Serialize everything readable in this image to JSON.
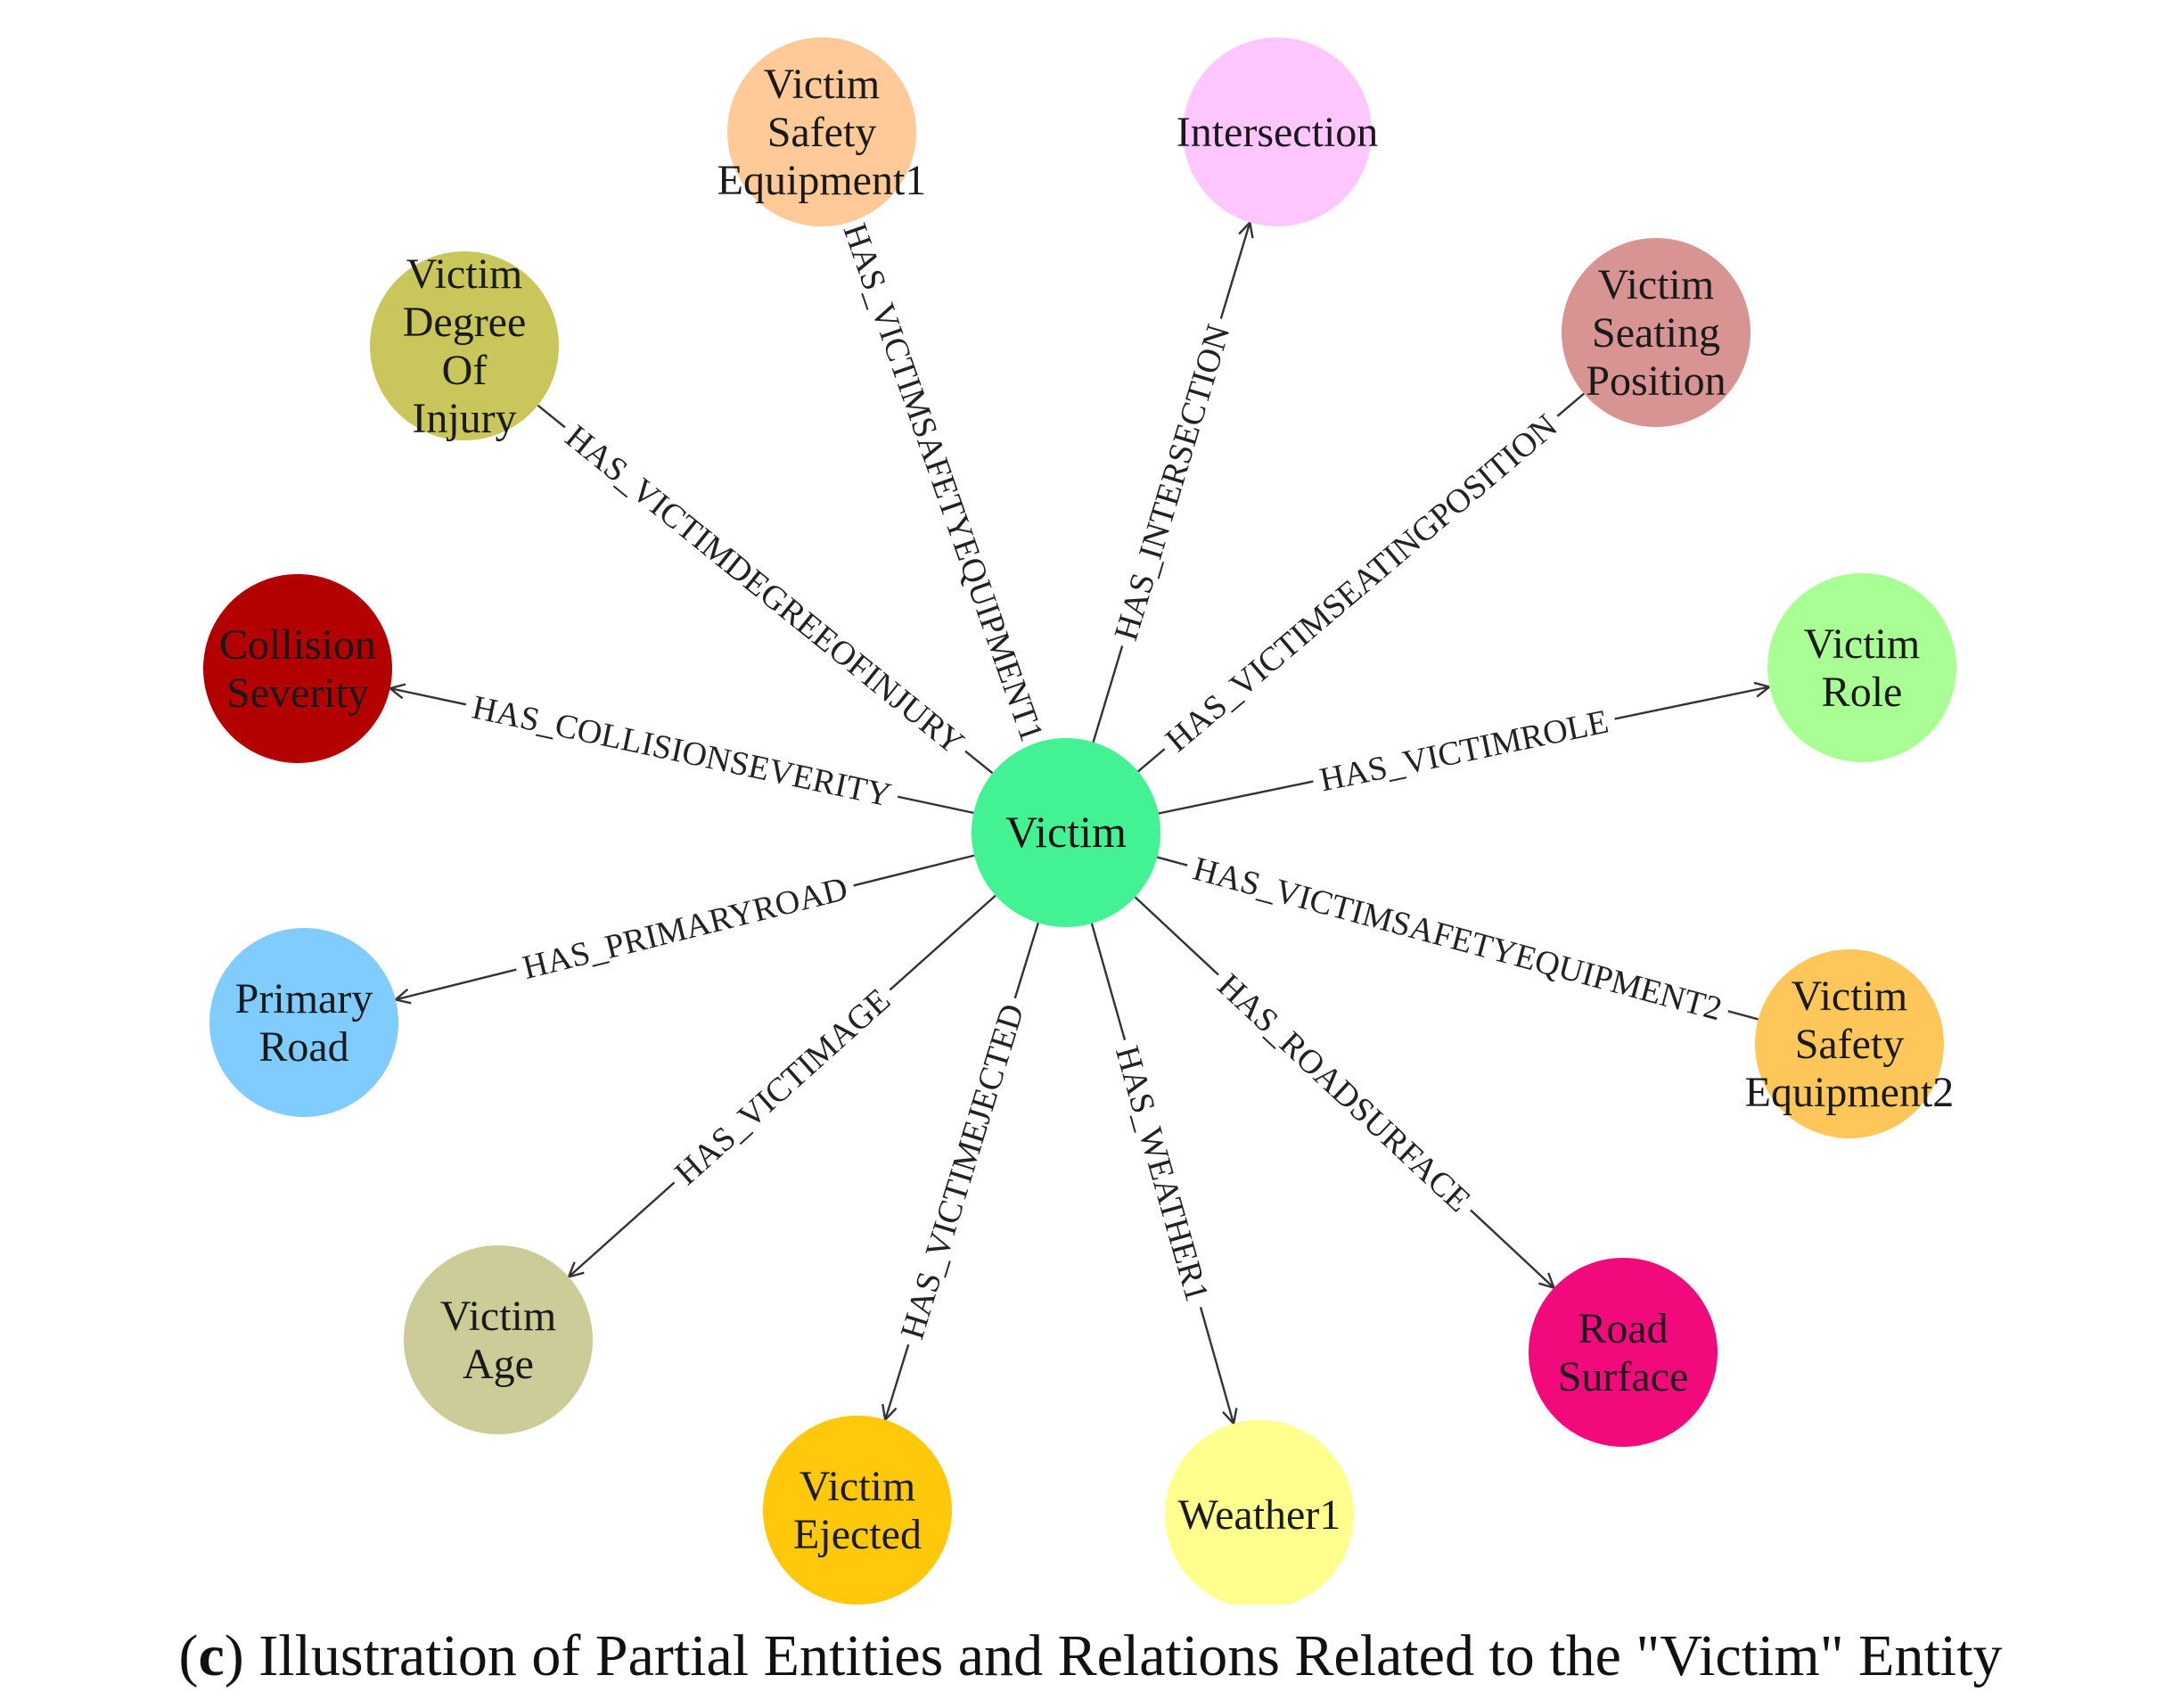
{
  "center": {
    "label": "Victim",
    "color": "#43f293"
  },
  "nodes": [
    {
      "id": "safety1",
      "lines": [
        "Victim",
        "Safety",
        "Equipment1"
      ],
      "color": "#ffc998",
      "relation": "HAS_VICTIMSAFETYEQUIPMENT1",
      "arrow_visible": false
    },
    {
      "id": "intersection",
      "lines": [
        "Intersection"
      ],
      "color": "#ffc6ff",
      "relation": "HAS_INTERSECTION",
      "arrow_visible": true
    },
    {
      "id": "seating",
      "lines": [
        "Victim",
        "Seating",
        "Position"
      ],
      "color": "#d89393",
      "relation": "HAS_VICTIMSEATINGPOSITION",
      "arrow_visible": false
    },
    {
      "id": "role",
      "lines": [
        "Victim",
        "Role"
      ],
      "color": "#aaff94",
      "relation": "HAS_VICTIMROLE",
      "arrow_visible": true
    },
    {
      "id": "safety2",
      "lines": [
        "Victim",
        "Safety",
        "Equipment2"
      ],
      "color": "#ffc75a",
      "relation": "HAS_VICTIMSAFETYEQUIPMENT2",
      "arrow_visible": false
    },
    {
      "id": "road-surface",
      "lines": [
        "Road",
        "Surface"
      ],
      "color": "#f2097c",
      "relation": "HAS_ROADSURFACE",
      "arrow_visible": true
    },
    {
      "id": "weather",
      "lines": [
        "Weather1"
      ],
      "color": "#ffff8e",
      "relation": "HAS_WEATHER1",
      "arrow_visible": true
    },
    {
      "id": "ejected",
      "lines": [
        "Victim",
        "Ejected"
      ],
      "color": "#ffc80a",
      "relation": "HAS_VICTIMEJECTED",
      "arrow_visible": true
    },
    {
      "id": "age",
      "lines": [
        "Victim",
        "Age"
      ],
      "color": "#cccc99",
      "relation": "HAS_VICTIMAGE",
      "arrow_visible": true
    },
    {
      "id": "primary-road",
      "lines": [
        "Primary",
        "Road"
      ],
      "color": "#80ccff",
      "relation": "HAS_PRIMARYROAD",
      "arrow_visible": true
    },
    {
      "id": "collision-severity",
      "lines": [
        "Collision",
        "Severity"
      ],
      "color": "#b30000",
      "relation": "HAS_COLLISIONSEVERITY",
      "arrow_visible": true
    },
    {
      "id": "degree-injury",
      "lines": [
        "Victim",
        "Degree",
        "Of",
        "Injury"
      ],
      "color": "#c9c65b",
      "relation": "HAS_VICTIMDEGREEOFINJURY",
      "arrow_visible": false
    }
  ],
  "caption": {
    "tag": "c",
    "open": "(",
    "close": ")",
    "text": " Illustration of Partial Entities and Relations Related to the \"Victim\" Entity"
  }
}
